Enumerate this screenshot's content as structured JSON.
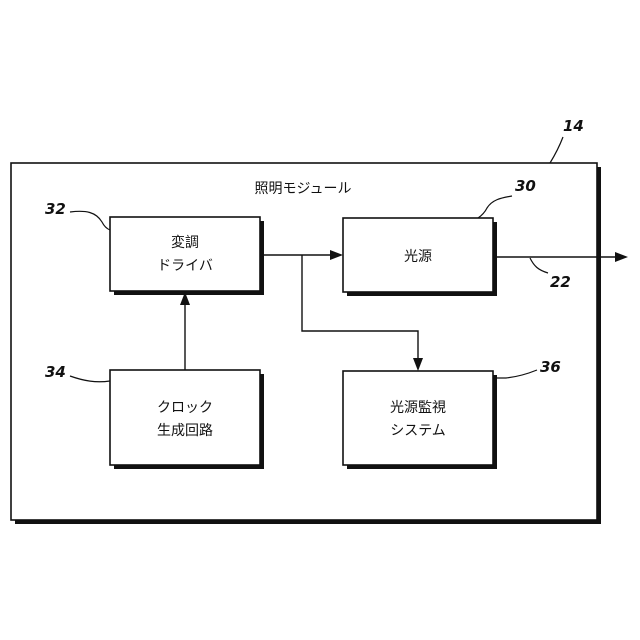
{
  "module": {
    "title": "照明モジュール",
    "ref": "14"
  },
  "blocks": {
    "modulation_driver": {
      "line1": "変調",
      "line2": "ドライバ",
      "ref": "32"
    },
    "light_source": {
      "label": "光源",
      "ref": "30"
    },
    "clock_gen": {
      "line1": "クロック",
      "line2": "生成回路",
      "ref": "34"
    },
    "monitor": {
      "line1": "光源監視",
      "line2": "システム",
      "ref": "36"
    }
  },
  "output": {
    "ref": "22"
  },
  "colors": {
    "ink": "#111111",
    "background": "#ffffff"
  }
}
